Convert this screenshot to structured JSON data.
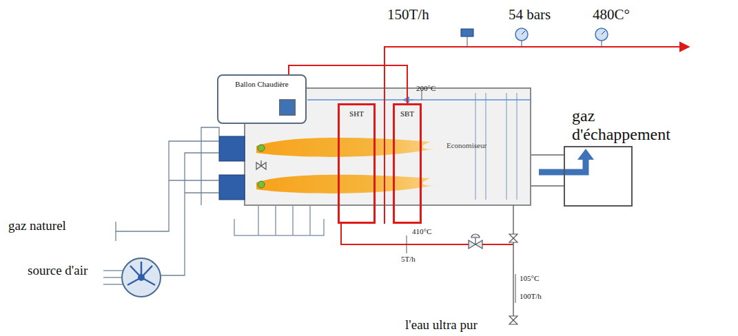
{
  "diagram": {
    "nodes": [
      {
        "text": [
          "Ballon Chaudière"
        ]
      },
      {
        "text": [
          "SHT"
        ]
      },
      {
        "text": [
          "SBT"
        ]
      },
      {
        "text": [
          "gaz d'échappement"
        ]
      }
    ],
    "edges": [
      {
        "from": 0,
        "to": 2,
        "arrow": "none"
      }
    ],
    "labels": [
      "150T/h",
      "54 bars",
      "480C°",
      "200°C",
      "Economiseur",
      "410°C",
      "5T/h",
      "105°C",
      "100T/h",
      "gaz naturel",
      "source d'air",
      "l'eau ultra pur"
    ]
  }
}
